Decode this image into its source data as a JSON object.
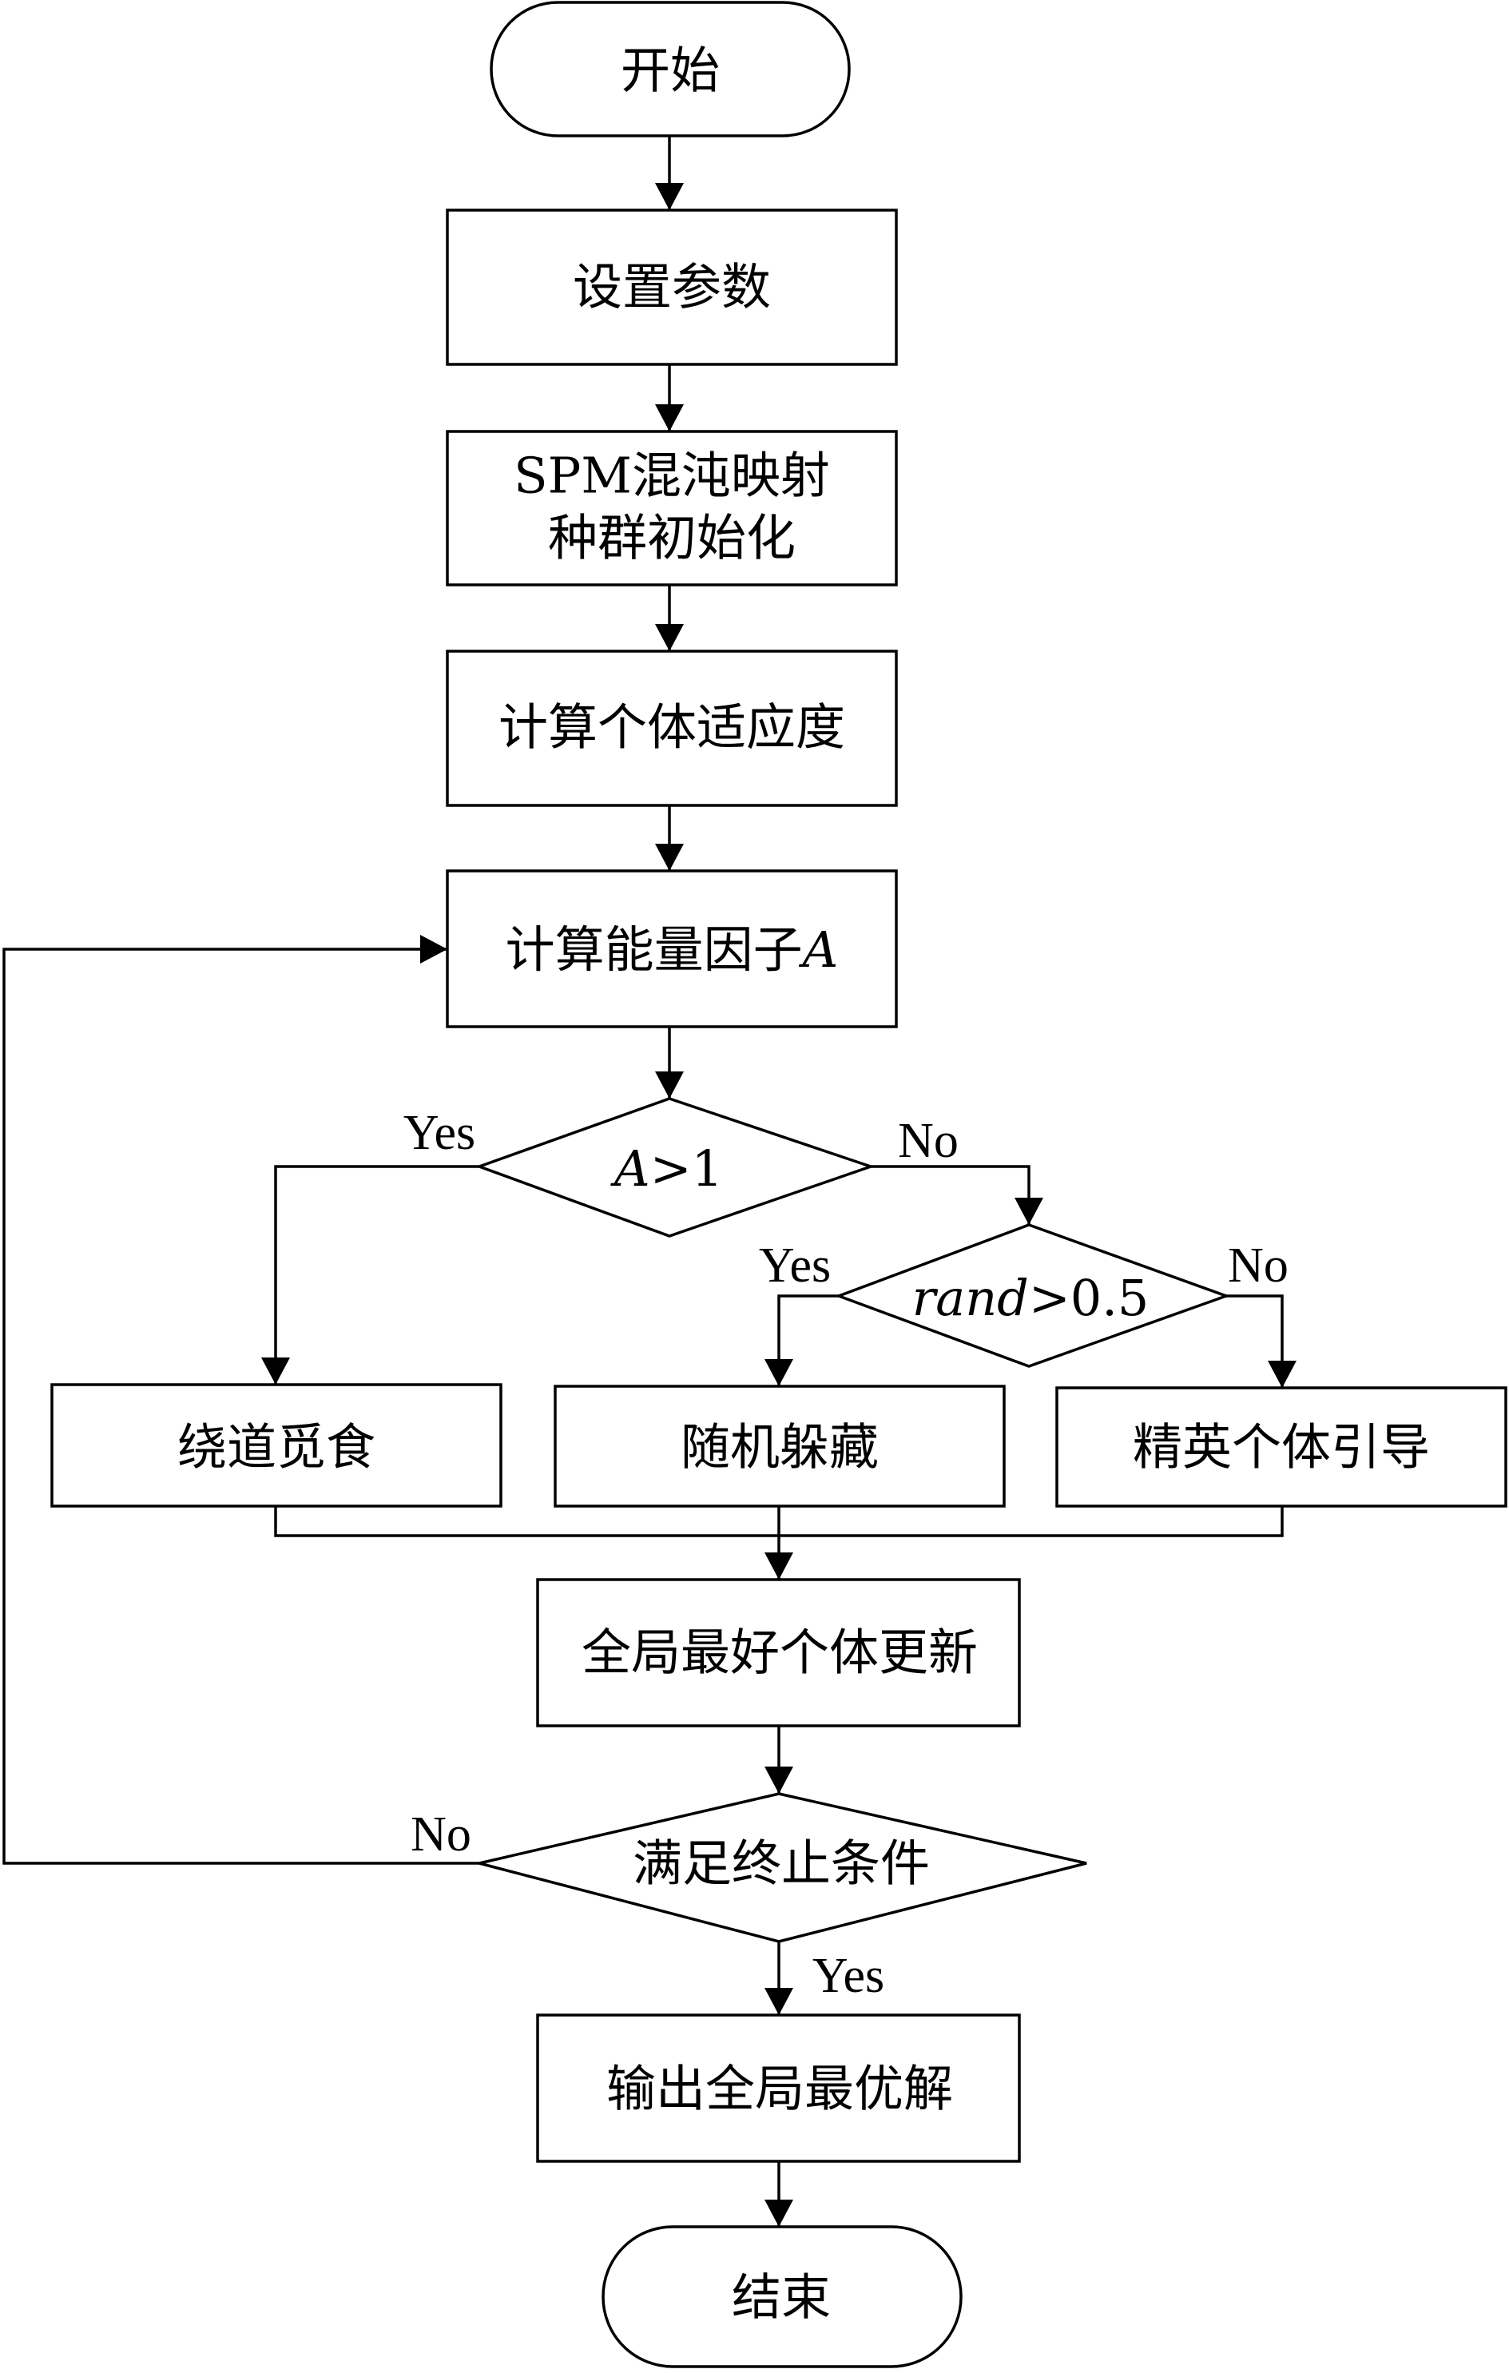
{
  "nodes": {
    "start": "开始",
    "set_params": "设置参数",
    "init_line1": "SPM混沌映射",
    "init_line2": "种群初始化",
    "fitness": "计算个体适应度",
    "energy_prefix": "计算能量因子",
    "energy_var": "A",
    "cond1_var": "A",
    "cond1_rest": ">1",
    "cond2_var": "rand",
    "cond2_rest": ">0.5",
    "detour": "绕道觅食",
    "random_hide": "随机躲藏",
    "elite_guide": "精英个体引导",
    "global_update": "全局最好个体更新",
    "terminate": "满足终止条件",
    "output": "输出全局最优解",
    "end": "结束"
  },
  "edge_labels": {
    "cond1_yes": "Yes",
    "cond1_no": "No",
    "cond2_yes": "Yes",
    "cond2_no": "No",
    "term_no": "No",
    "term_yes": "Yes"
  },
  "colors": {
    "line": "#000000",
    "fill": "#ffffff"
  }
}
